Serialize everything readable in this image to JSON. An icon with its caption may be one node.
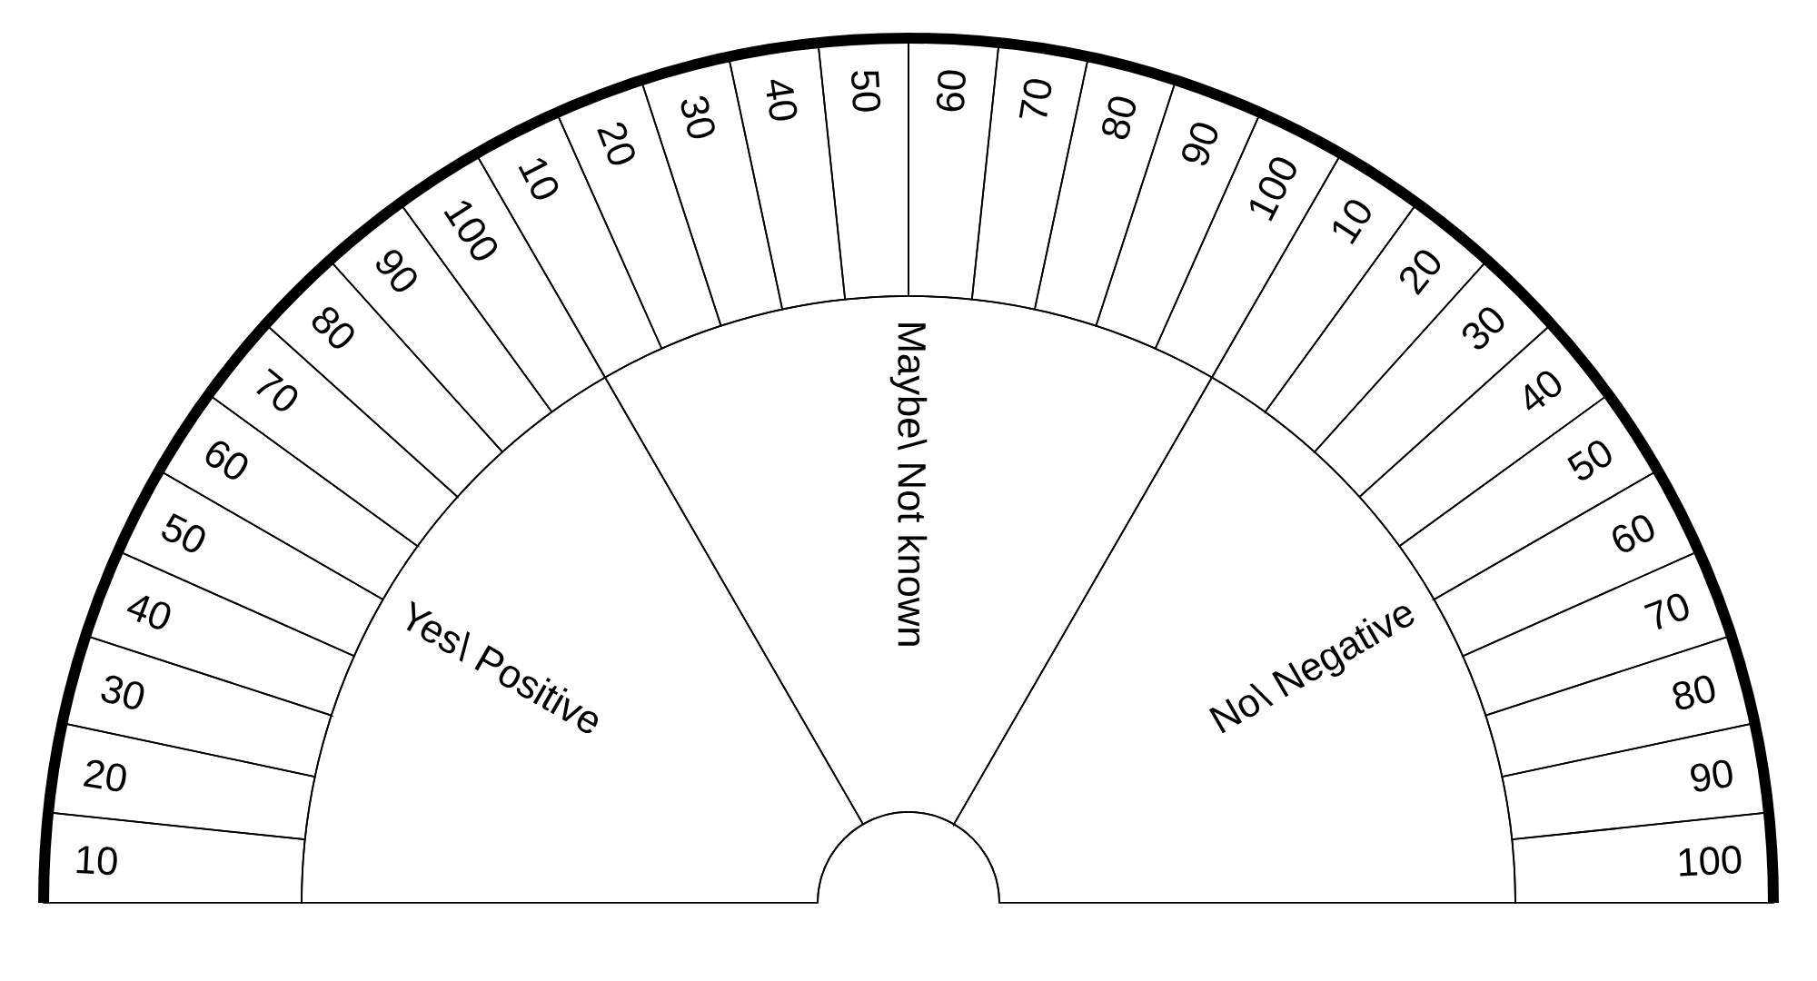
{
  "diagram": {
    "nodes": [
      {
        "text": [
          "Yes\\ Positive"
        ]
      },
      {
        "text": [
          "Maybe\\ Not known"
        ]
      },
      {
        "text": [
          "No\\ Negative"
        ]
      },
      {
        "text": [
          "10"
        ]
      },
      {
        "text": [
          "20"
        ]
      },
      {
        "text": [
          "30"
        ]
      },
      {
        "text": [
          "40"
        ]
      },
      {
        "text": [
          "50"
        ]
      },
      {
        "text": [
          "60"
        ]
      },
      {
        "text": [
          "70"
        ]
      },
      {
        "text": [
          "80"
        ]
      },
      {
        "text": [
          "90"
        ]
      },
      {
        "text": [
          "100"
        ]
      },
      {
        "text": [
          "10"
        ]
      },
      {
        "text": [
          "20"
        ]
      },
      {
        "text": [
          "30"
        ]
      },
      {
        "text": [
          "40"
        ]
      },
      {
        "text": [
          "50"
        ]
      },
      {
        "text": [
          "60"
        ]
      },
      {
        "text": [
          "70"
        ]
      },
      {
        "text": [
          "80"
        ]
      },
      {
        "text": [
          "90"
        ]
      },
      {
        "text": [
          "100"
        ]
      },
      {
        "text": [
          "10"
        ]
      },
      {
        "text": [
          "20"
        ]
      },
      {
        "text": [
          "30"
        ]
      },
      {
        "text": [
          "40"
        ]
      },
      {
        "text": [
          "50"
        ]
      },
      {
        "text": [
          "60"
        ]
      },
      {
        "text": [
          "70"
        ]
      },
      {
        "text": [
          "80"
        ]
      },
      {
        "text": [
          "90"
        ]
      },
      {
        "text": [
          "100"
        ]
      }
    ]
  }
}
